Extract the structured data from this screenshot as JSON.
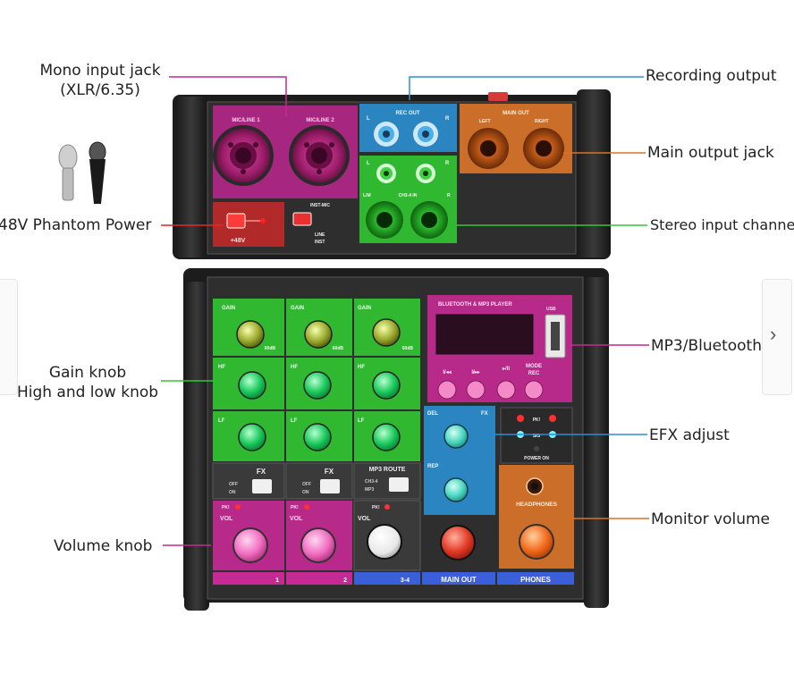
{
  "callouts": {
    "mono_input": [
      "Mono input jack",
      "(XLR/6.35)"
    ],
    "phantom": "48V Phantom Power",
    "gain": [
      "Gain knob",
      "High and low knob"
    ],
    "volume": "Volume knob",
    "recording": "Recording output",
    "main_out_jack": "Main output jack",
    "stereo_in": "Stereo input channel",
    "mp3bt": "MP3/Bluetooth",
    "efx": "EFX adjust",
    "monitor": "Monitor volume"
  },
  "panel": {
    "mic1": "MIC/LINE 1",
    "mic2": "MIC/LINE 2",
    "phantom_btn": "+48V",
    "inst_mic": "INST-MIC",
    "line": "LINE",
    "inst": "INST",
    "rec_out": "REC OUT",
    "rec_l": "L",
    "rec_r": "R",
    "main_out": "MAIN OUT",
    "left": "LEFT",
    "right": "RIGHT",
    "ch34_l": "L/M",
    "ch34_r": "R",
    "ch34": "CH3-4 IN",
    "gain": "GAIN",
    "hf": "HF",
    "lf": "LF",
    "fx": "FX",
    "off": "OFF",
    "on": "ON",
    "mp3_route": "MP3 ROUTE",
    "ch34_route": "CH3-4",
    "mp3": "MP3",
    "vol": "VOL",
    "pk": "PK!",
    "ch1": "1",
    "ch2": "2",
    "ch34_label": "3-4",
    "main_out_strip": "MAIN OUT",
    "phones": "PHONES",
    "bt_player": "BLUETOOTH & MP3 PLAYER",
    "usb": "USB",
    "prev": "I/◂◂",
    "next": "I/▸▸",
    "play": "▸/II",
    "mode": "MODE",
    "rec": "REC",
    "del": "DEL",
    "rep": "REP",
    "efx_fx": "FX",
    "sig": "SIG",
    "power_on": "POWER ON",
    "headphones": "HEADPHONES",
    "gain_max": "60dB"
  },
  "colors": {
    "mic_panel": "#b5268a",
    "green": "#32c832",
    "blue": "#2a8fd0",
    "orange": "#d8742a",
    "red": "#e62828",
    "strip_blue": "#3a5fd8"
  }
}
